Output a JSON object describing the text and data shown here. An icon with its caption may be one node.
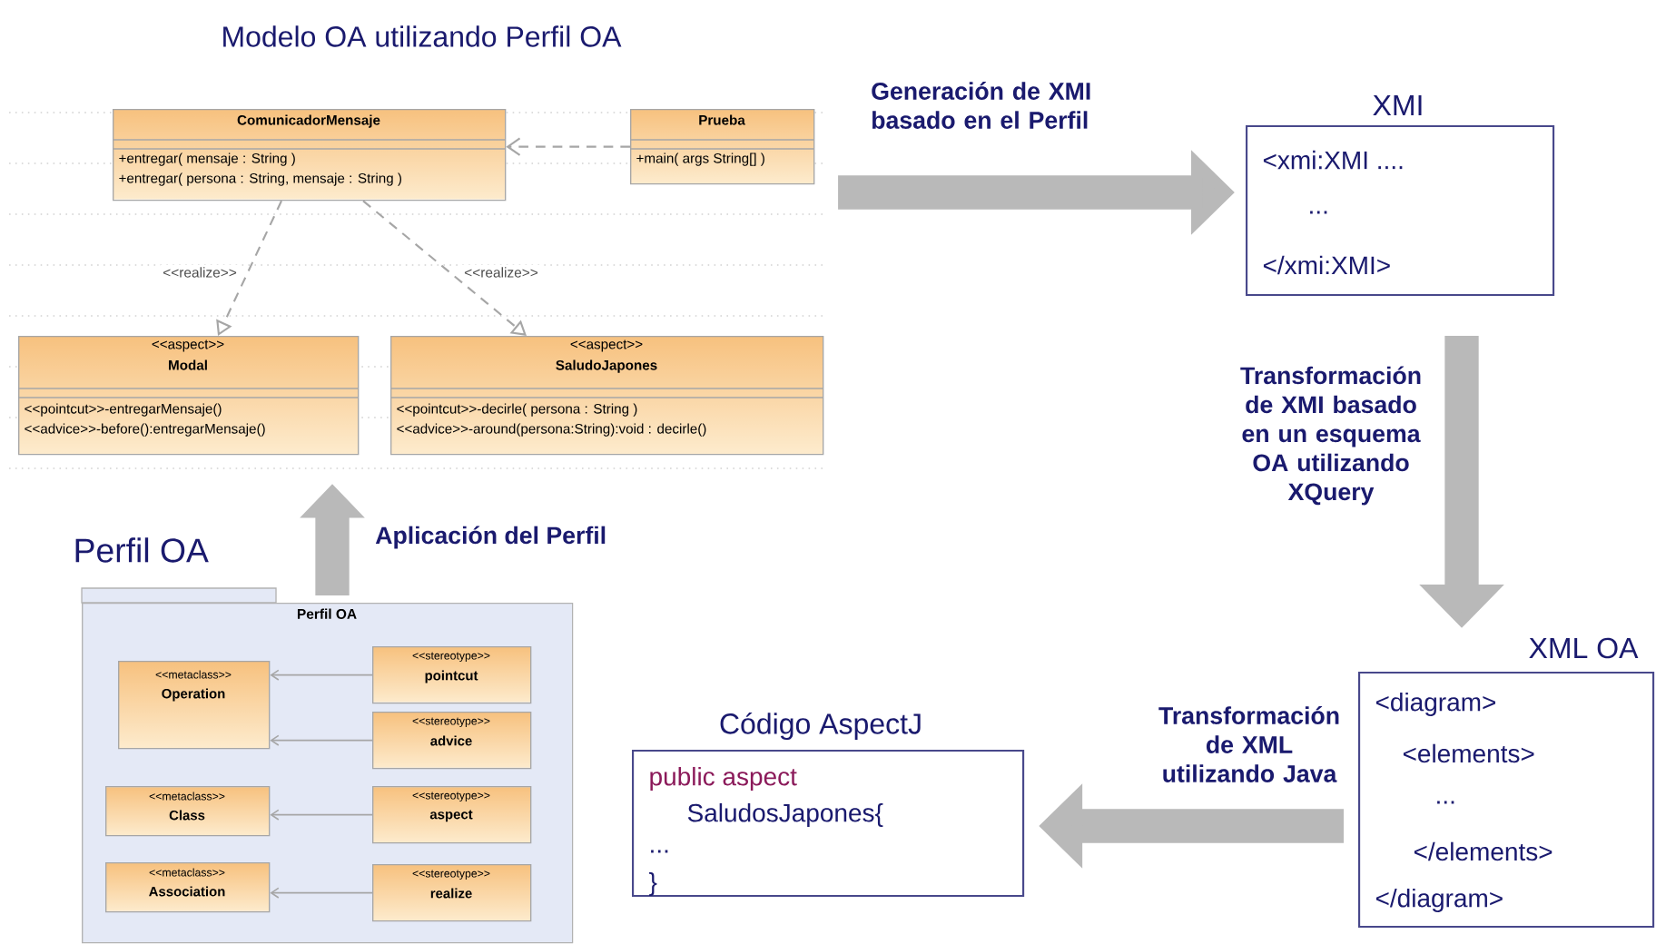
{
  "diagram": {
    "nodes": [
      {
        "text": [
          "Modelo OA utilizando Perfil OA"
        ]
      },
      {
        "text": [
          "ComunicadorMensaje",
          "+entregar( mensaje : String )",
          "+entregar( persona : String, mensaje : String )"
        ],
        "in": 0
      },
      {
        "text": [
          "Prueba",
          "+main( args String[] )"
        ],
        "in": 0
      },
      {
        "text": [
          "<<aspect>>",
          "Modal",
          "<<pointcut>>-entregarMensaje()",
          "<<advice>>-before():entregarMensaje()"
        ],
        "in": 0
      },
      {
        "text": [
          "<<aspect>>",
          "SaludoJapones",
          "<<pointcut>>-decirle( persona : String )",
          "<<advice>>-around(persona:String):void : decirle()"
        ],
        "in": 0
      },
      {
        "text": [
          "Perfil OA",
          "Perfil OA"
        ]
      },
      {
        "text": [
          "<<metaclass>>",
          "Operation"
        ],
        "in": 5
      },
      {
        "text": [
          "<<stereotype>>",
          "pointcut"
        ],
        "in": 5
      },
      {
        "text": [
          "<<stereotype>>",
          "advice"
        ],
        "in": 5
      },
      {
        "text": [
          "<<metaclass>>",
          "Class"
        ],
        "in": 5
      },
      {
        "text": [
          "<<stereotype>>",
          "aspect"
        ],
        "in": 5
      },
      {
        "text": [
          "<<metaclass>>",
          "Association"
        ],
        "in": 5
      },
      {
        "text": [
          "<<stereotype>>",
          "realize"
        ],
        "in": 5
      },
      {
        "text": [
          "XMI",
          "<xmi:XMI ....",
          "...",
          "</xmi:XMI>"
        ]
      },
      {
        "text": [
          "XML OA",
          "<diagram>",
          "<elements>",
          "...",
          "</elements>",
          "</diagram>"
        ]
      },
      {
        "text": [
          "Código AspectJ",
          "public aspect",
          "SaludosJapones{",
          "...",
          "}"
        ]
      }
    ],
    "edges": [
      {
        "from": 2,
        "to": 1,
        "arrow": "to",
        "style": "dashed"
      },
      {
        "from": 1,
        "to": 3,
        "arrow": "to",
        "style": "dashed",
        "label": "<<realize>>"
      },
      {
        "from": 1,
        "to": 4,
        "arrow": "to",
        "style": "dashed",
        "label": "<<realize>>"
      },
      {
        "from": 7,
        "to": 6,
        "arrow": "to"
      },
      {
        "from": 8,
        "to": 6,
        "arrow": "to"
      },
      {
        "from": 10,
        "to": 9,
        "arrow": "to"
      },
      {
        "from": 12,
        "to": 11,
        "arrow": "to"
      },
      {
        "from": 5,
        "to": 0,
        "arrow": "to",
        "style": "thick",
        "label": "Aplicación del Perfil"
      },
      {
        "from": 0,
        "to": 13,
        "arrow": "to",
        "style": "thick",
        "label": "Generación de XMI basado en el Perfil"
      },
      {
        "from": 13,
        "to": 14,
        "arrow": "to",
        "style": "thick",
        "label": "Transformación de XMI basado en un esquema OA utilizando XQuery"
      },
      {
        "from": 14,
        "to": 15,
        "arrow": "to",
        "style": "thick",
        "label": "Transformación de XML utilizando Java"
      }
    ]
  }
}
